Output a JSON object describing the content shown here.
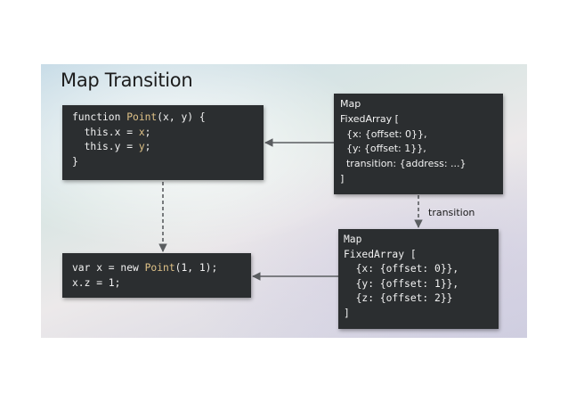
{
  "title": "Map Transition",
  "code_function": [
    {
      "pre": "function ",
      "hl": "Point",
      "post": "(x, y) {"
    },
    {
      "pre": "  this.x = ",
      "hl": "x",
      "post": ";"
    },
    {
      "pre": "  this.y = ",
      "hl": "y",
      "post": ";"
    },
    {
      "pre": "}",
      "hl": "",
      "post": ""
    }
  ],
  "code_usage": [
    {
      "pre": "var x = new ",
      "hl": "Point",
      "post": "(1, 1);"
    },
    {
      "pre": "x.z = 1;",
      "hl": "",
      "post": ""
    }
  ],
  "map_before": [
    "Map",
    "FixedArray [",
    "  {x: {offset: 0}},",
    "  {y: {offset: 1}},",
    "  transition: {address: ...}",
    "]"
  ],
  "map_after": [
    "Map",
    "FixedArray [",
    "  {x: {offset: 0}},",
    "  {y: {offset: 1}},",
    "  {z: {offset: 2}}",
    "]"
  ],
  "edge_label": "transition",
  "colors": {
    "box_bg": "#2b2e30",
    "box_text": "#f2f2f2",
    "highlight": "#e0c388",
    "arrow": "#5a5d60"
  }
}
